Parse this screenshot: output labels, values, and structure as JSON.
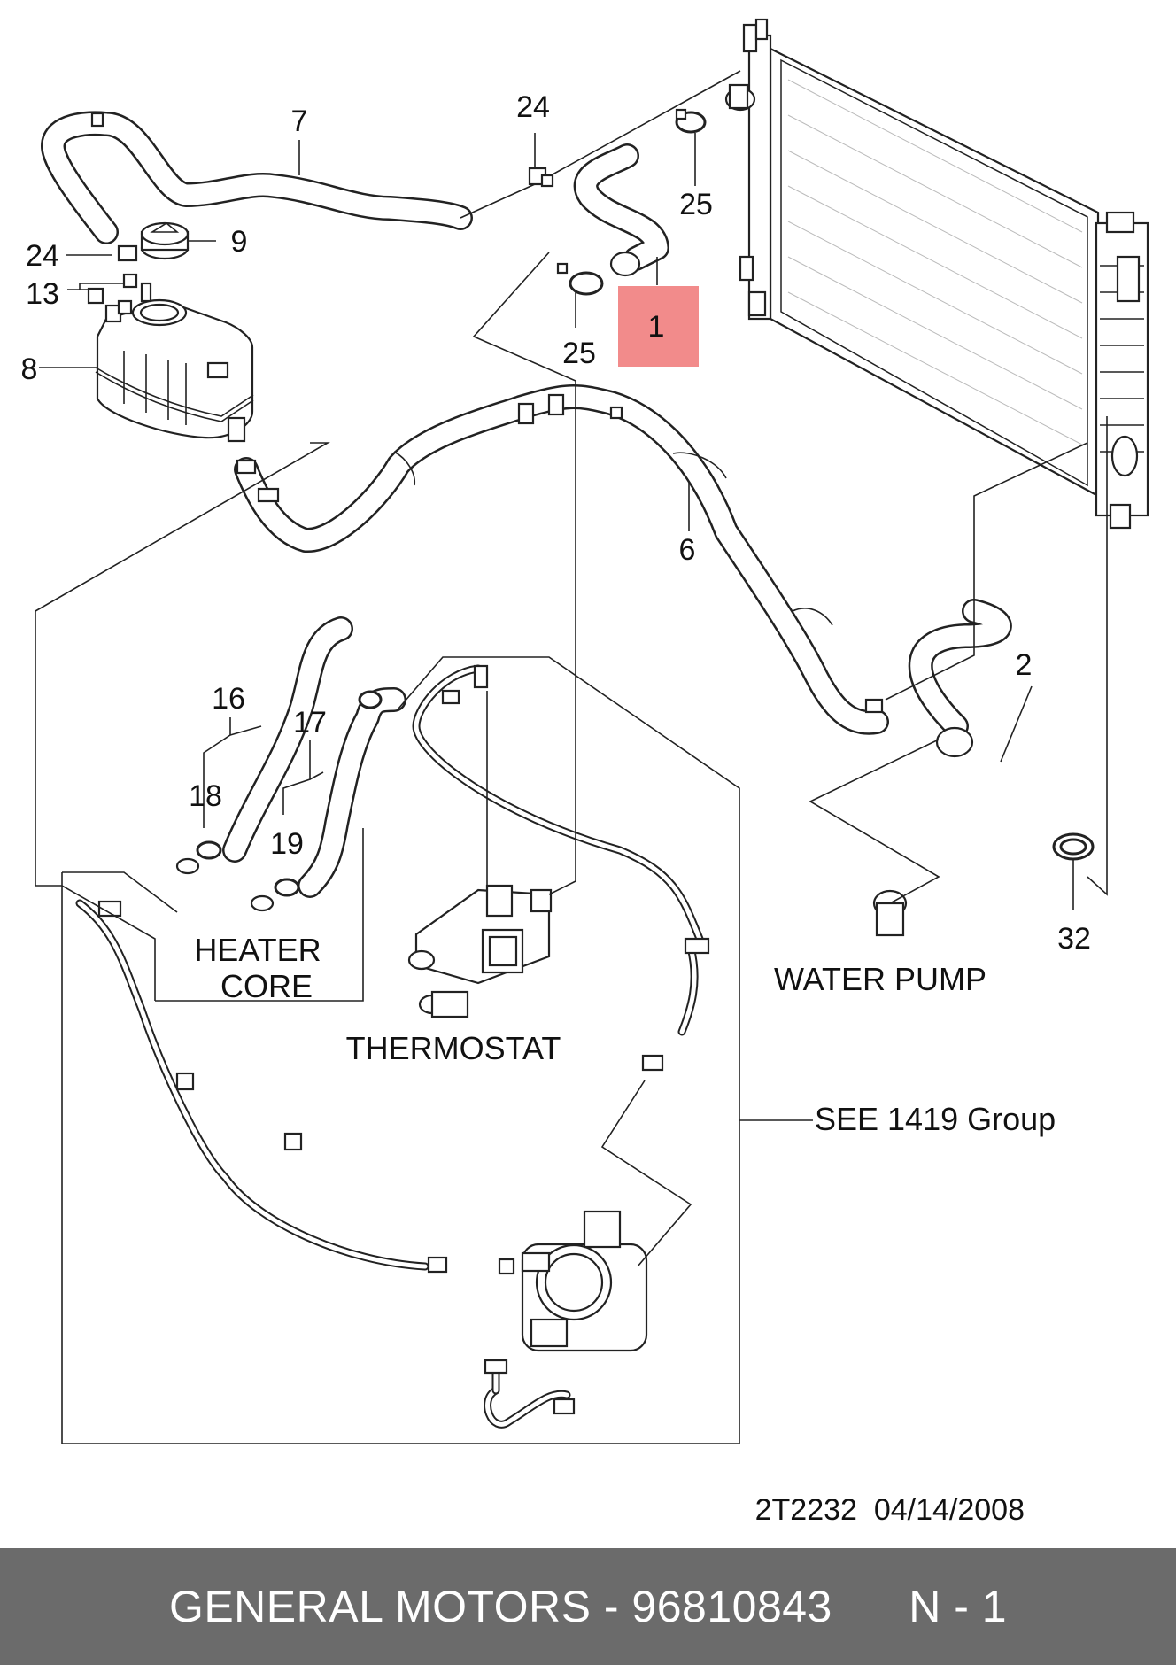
{
  "callouts": {
    "c1": "1",
    "c2": "2",
    "c6": "6",
    "c7": "7",
    "c8": "8",
    "c9": "9",
    "c13": "13",
    "c16": "16",
    "c17": "17",
    "c18": "18",
    "c19": "19",
    "c24a": "24",
    "c24b": "24",
    "c25a": "25",
    "c25b": "25",
    "c32": "32"
  },
  "highlight": {
    "part": "1",
    "color": "#f28b8b"
  },
  "labels": {
    "heater_core_line1": "HEATER",
    "heater_core_line2": "CORE",
    "thermostat": "THERMOSTAT",
    "water_pump": "WATER PUMP",
    "see_group": "SEE 1419 Group"
  },
  "drawing_id": "2T2232  04/14/2008",
  "footer": {
    "text": "GENERAL MOTORS - 96810843      N - 1",
    "background": "#6b6b6b",
    "color": "#ffffff"
  }
}
